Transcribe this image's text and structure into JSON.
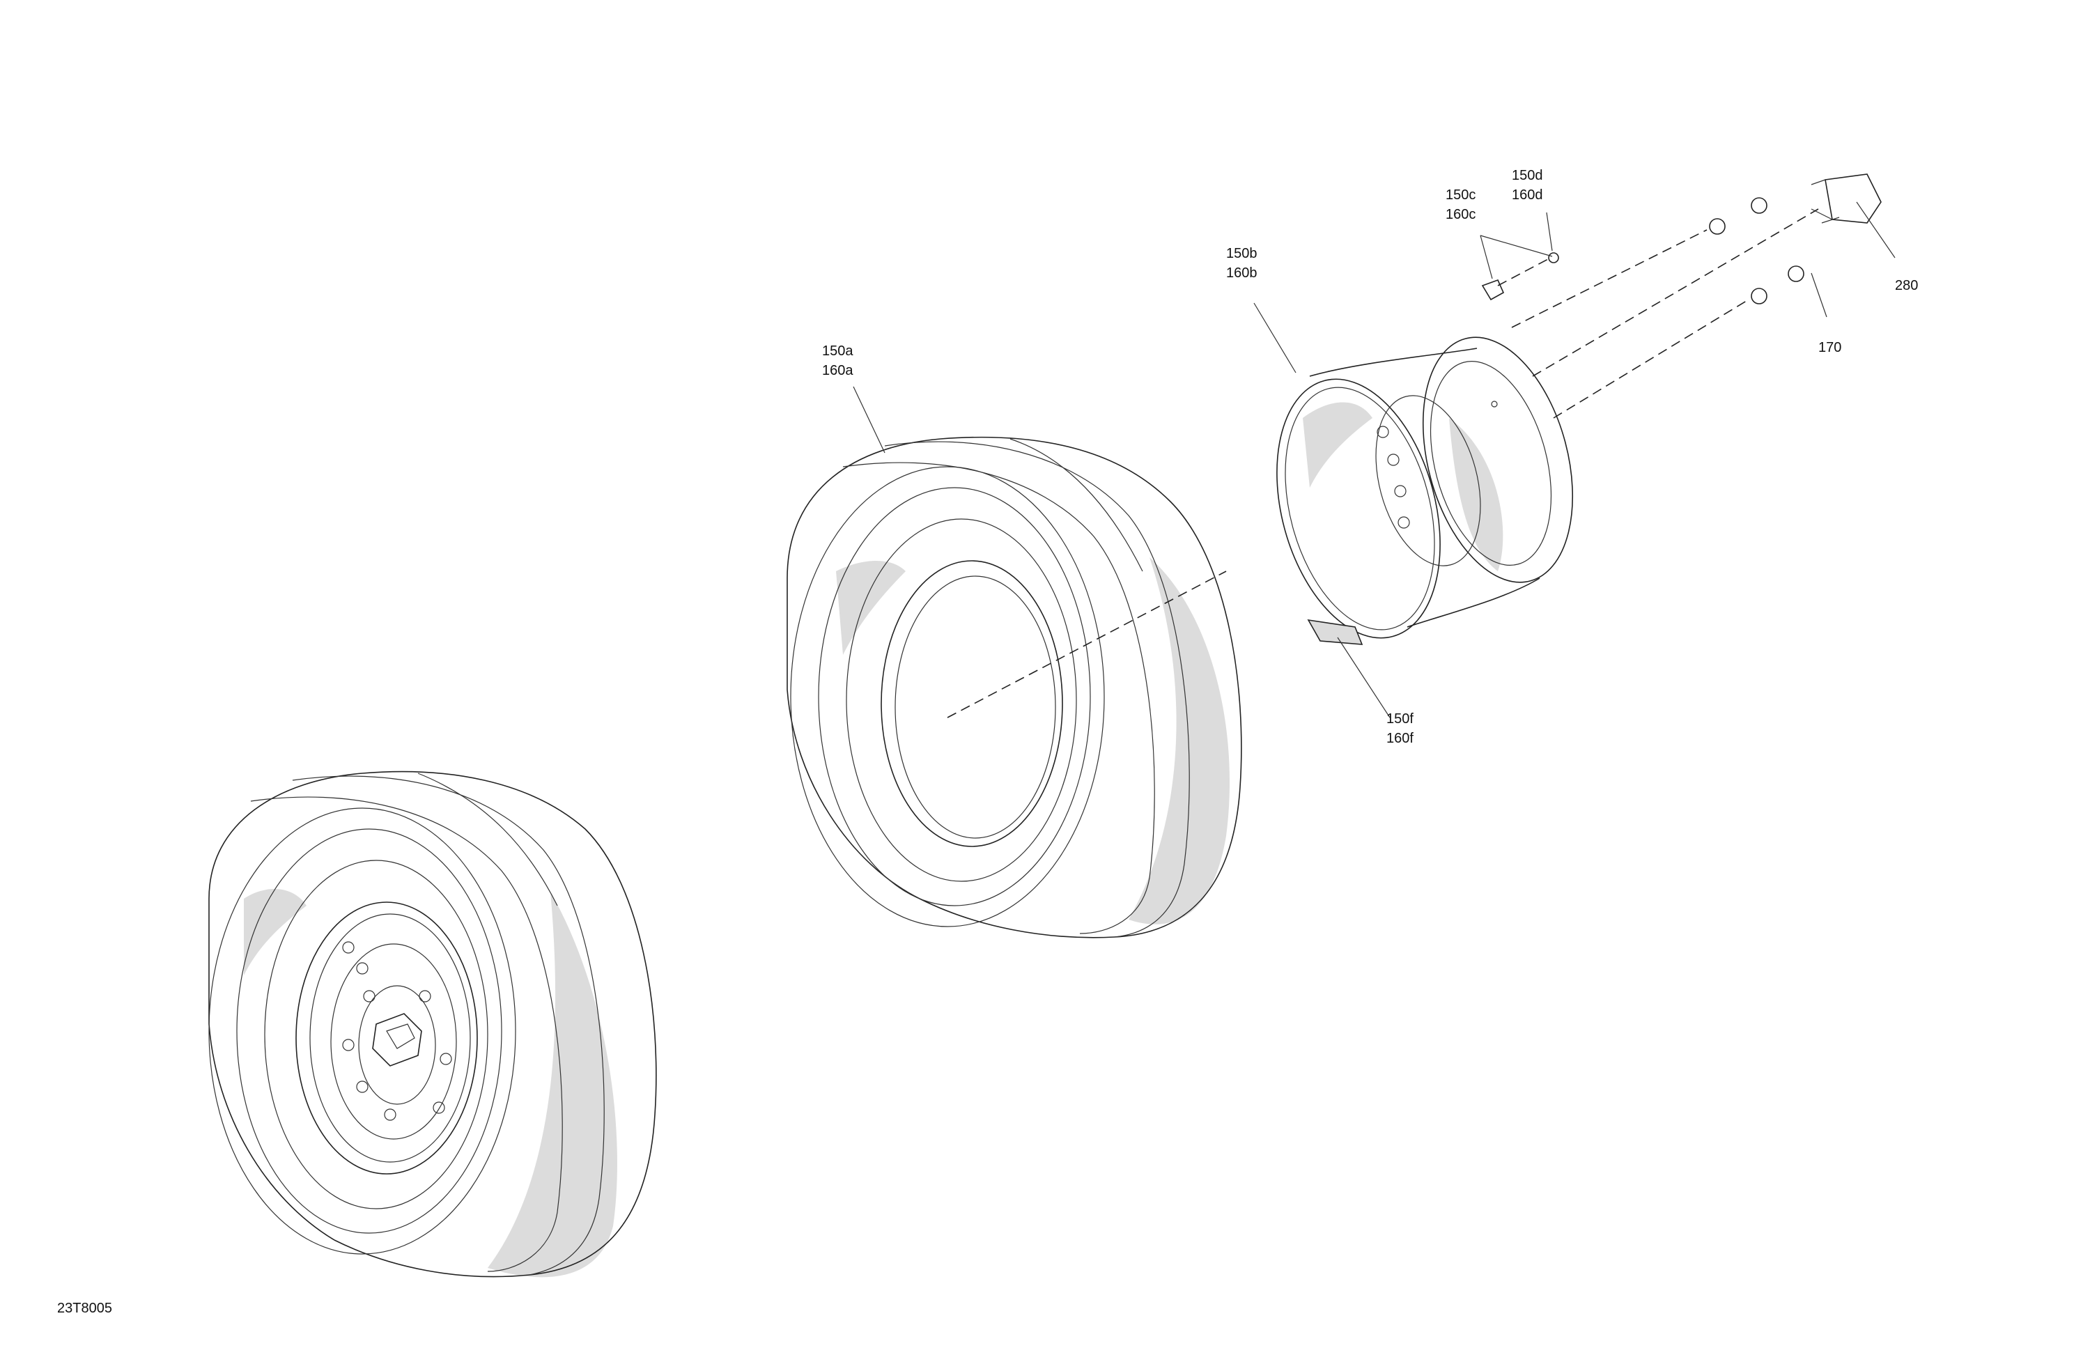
{
  "drawing_code": "23T8005",
  "callouts": {
    "tire": [
      "150a",
      "160a"
    ],
    "rim": [
      "150b",
      "160b"
    ],
    "valve_stem": [
      "150c",
      "160c"
    ],
    "valve_cap": [
      "150d",
      "160d"
    ],
    "wheel_weight": [
      "150f",
      "160f"
    ],
    "lug_nut": [
      "170"
    ],
    "hub_cap": [
      "280"
    ]
  }
}
